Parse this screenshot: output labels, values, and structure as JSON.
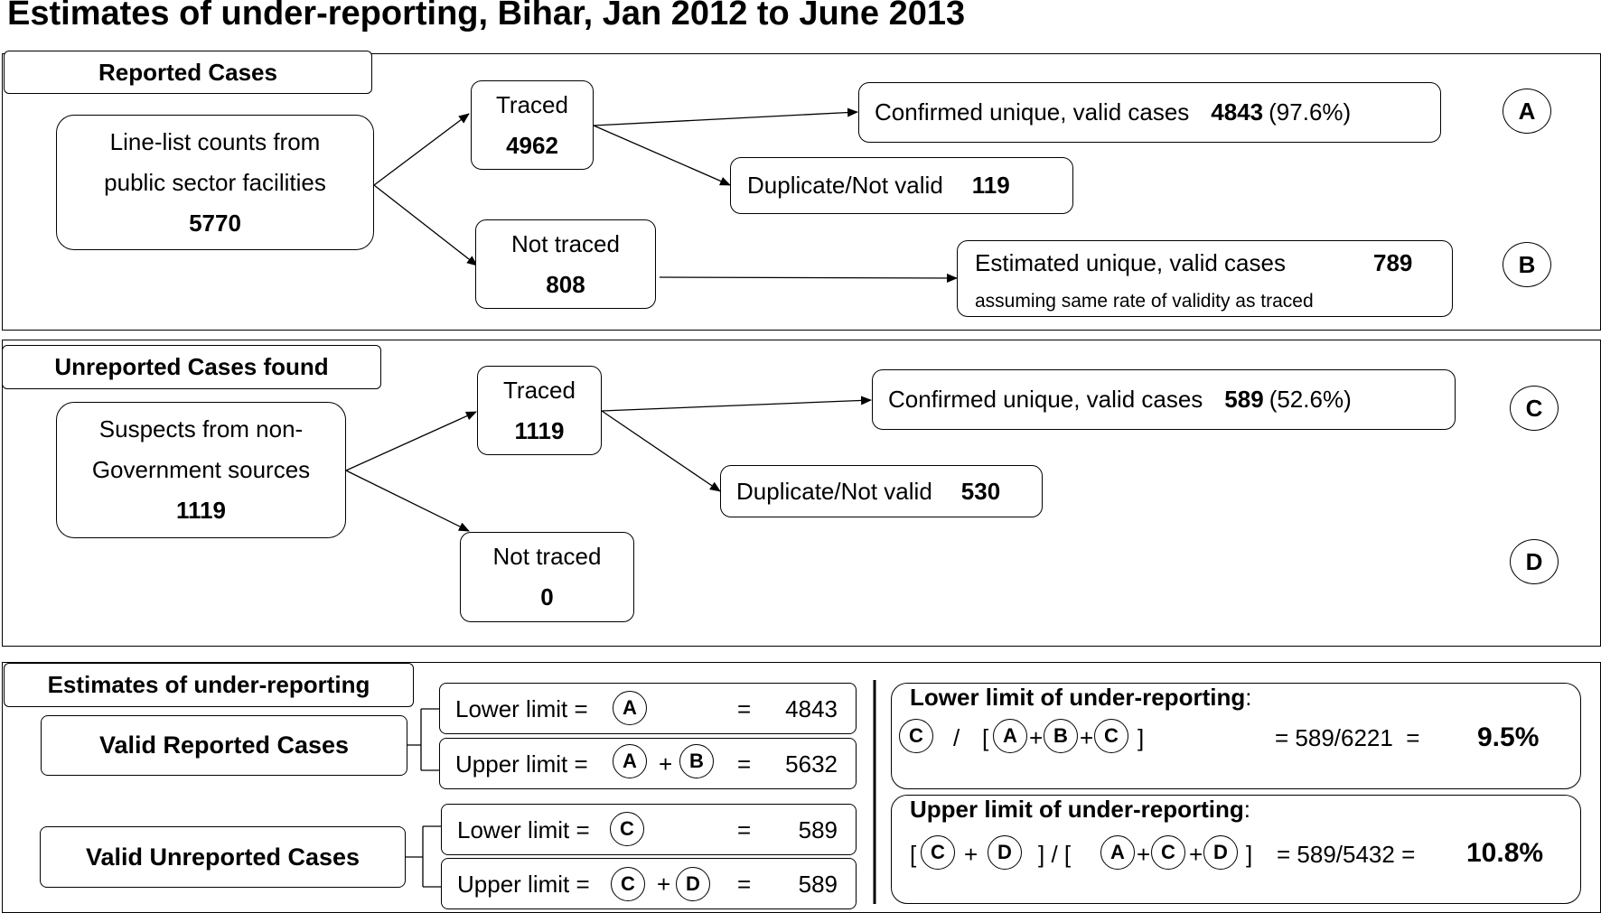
{
  "title": "Estimates of under-reporting, Bihar, Jan 2012 to June 2013",
  "reported": {
    "tab": "Reported Cases",
    "source": {
      "line1": "Line-list counts from",
      "line2": "public sector facilities",
      "value": "5770"
    },
    "traced": {
      "label": "Traced",
      "value": "4962"
    },
    "not_traced": {
      "label": "Not traced",
      "value": "808"
    },
    "confirmed": {
      "label": "Confirmed unique, valid cases",
      "value": "4843",
      "pct": "(97.6%)"
    },
    "duplicate": {
      "label": "Duplicate/Not valid",
      "value": "119"
    },
    "estimated": {
      "label": "Estimated unique, valid cases",
      "value": "789",
      "note": "assuming same rate of validity as traced"
    }
  },
  "unreported": {
    "tab": "Unreported Cases found",
    "source": {
      "line1": "Suspects from non-",
      "line2": "Government  sources",
      "value": "1119"
    },
    "traced": {
      "label": "Traced",
      "value": "1119"
    },
    "not_traced": {
      "label": "Not traced",
      "value": "0"
    },
    "confirmed": {
      "label": "Confirmed unique, valid cases",
      "value": "589",
      "pct": "(52.6%)"
    },
    "duplicate": {
      "label": "Duplicate/Not valid",
      "value": "530"
    }
  },
  "markers": {
    "a": "A",
    "b": "B",
    "c": "C",
    "d": "D"
  },
  "estimates": {
    "tab": "Estimates of under-reporting",
    "valid_reported": "Valid Reported Cases",
    "valid_unreported": "Valid Unreported Cases",
    "lower_label": "Lower limit =",
    "upper_label": "Upper limit =",
    "plus": "+",
    "eq": "=",
    "rep_lower_value": "4843",
    "rep_upper_value": "5632",
    "unrep_lower_value": "589",
    "unrep_upper_value": "589",
    "lower_title": "Lower limit of under-reporting",
    "upper_title": "Upper limit of under-reporting",
    "colon": ":",
    "slash": "/",
    "lb": "[",
    "rb": "]",
    "upper_mid": "] / [",
    "lower_calc": "= 589/6221  =",
    "lower_result": "9.5%",
    "upper_calc": "= 589/5432 =",
    "upper_result": "10.8%"
  }
}
